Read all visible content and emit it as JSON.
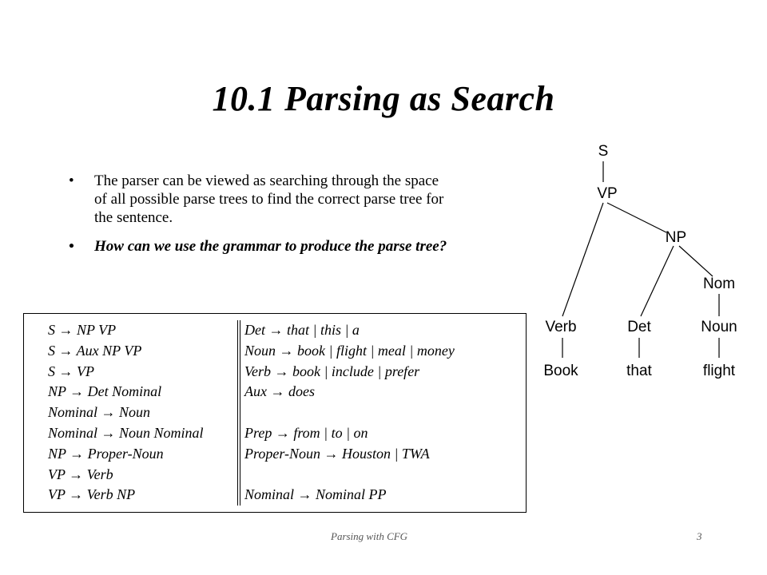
{
  "slide": {
    "title": "10.1 Parsing as Search",
    "bullets": {
      "b1_lines": [
        "The parser can be viewed as searching through the space",
        "of all possible parse trees to find the correct parse tree for",
        "the sentence."
      ],
      "b2": "How can we use the grammar to produce the parse tree?"
    },
    "tree": {
      "s": "S",
      "vp": "VP",
      "np": "NP",
      "nom": "Nom",
      "verb": "Verb",
      "det": "Det",
      "noun": "Noun",
      "book": "Book",
      "that": "that",
      "flight": "flight"
    },
    "grammar": {
      "left": [
        "S  →  NP VP",
        "S  →  Aux NP VP",
        "S  →  VP",
        "NP  →  Det Nominal",
        "Nominal  →  Noun",
        "Nominal  →  Noun Nominal",
        "NP  →  Proper-Noun",
        "VP  →  Verb",
        "VP  →  Verb NP"
      ],
      "right": [
        "Det  →  that  |  this  |  a",
        "Noun  →  book  |  flight  |  meal  |  money",
        "Verb  →  book  |  include  |  prefer",
        "Aux  →  does",
        "",
        "Prep  →  from  |  to  |  on",
        "Proper-Noun  →  Houston  |  TWA",
        "",
        "Nominal  →  Nominal PP"
      ]
    },
    "footer": {
      "title": "Parsing with CFG",
      "page": "3"
    }
  }
}
